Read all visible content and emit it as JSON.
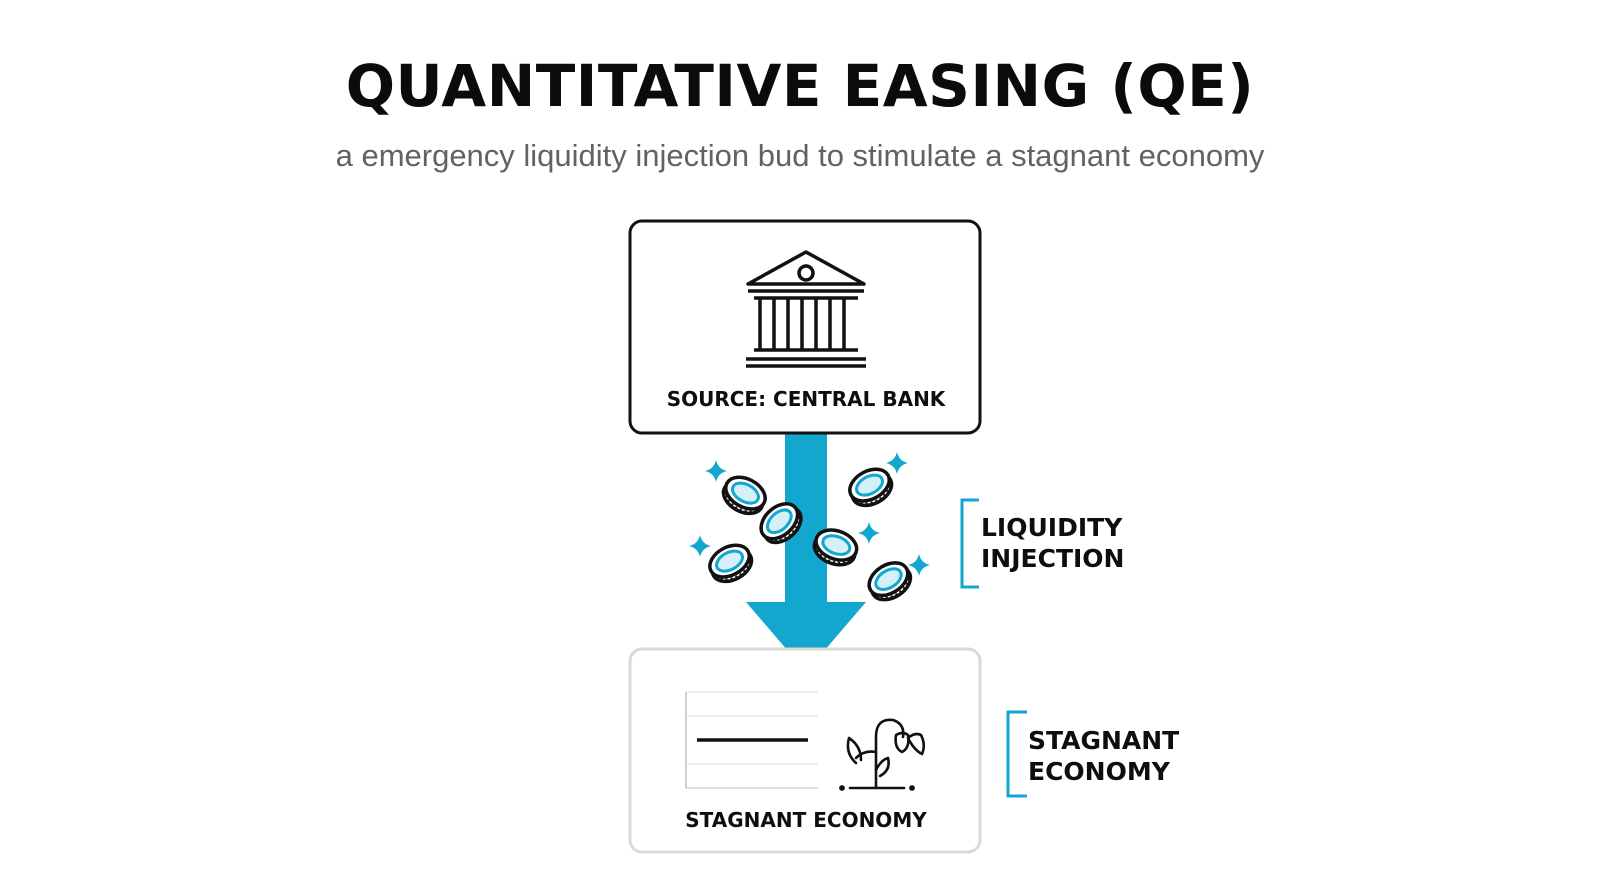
{
  "header": {
    "title": "QUANTITATIVE EASING (QE)",
    "subtitle": "a emergency liquidity injection bud to stimulate a stagnant economy"
  },
  "nodes": {
    "source": {
      "label": "SOURCE: CENTRAL BANK",
      "icon": "bank-icon"
    },
    "economy": {
      "label": "STAGNANT ECONOMY",
      "icons": [
        "flat-line-chart-icon",
        "wilting-plant-icon"
      ]
    }
  },
  "side_labels": {
    "liquidity": {
      "line1": "LIQUIDITY",
      "line2": "INJECTION"
    },
    "economy": {
      "line1": "STAGNANT",
      "line2": "ECONOMY"
    }
  },
  "icons": {
    "coins": "coin-icon",
    "sparkles": "sparkle-icon",
    "arrow": "down-arrow-icon"
  },
  "colors": {
    "accent": "#13a6cf",
    "text": "#0e0e0e",
    "subtitle": "#5f6368",
    "economy_border": "#d9d9d9"
  }
}
